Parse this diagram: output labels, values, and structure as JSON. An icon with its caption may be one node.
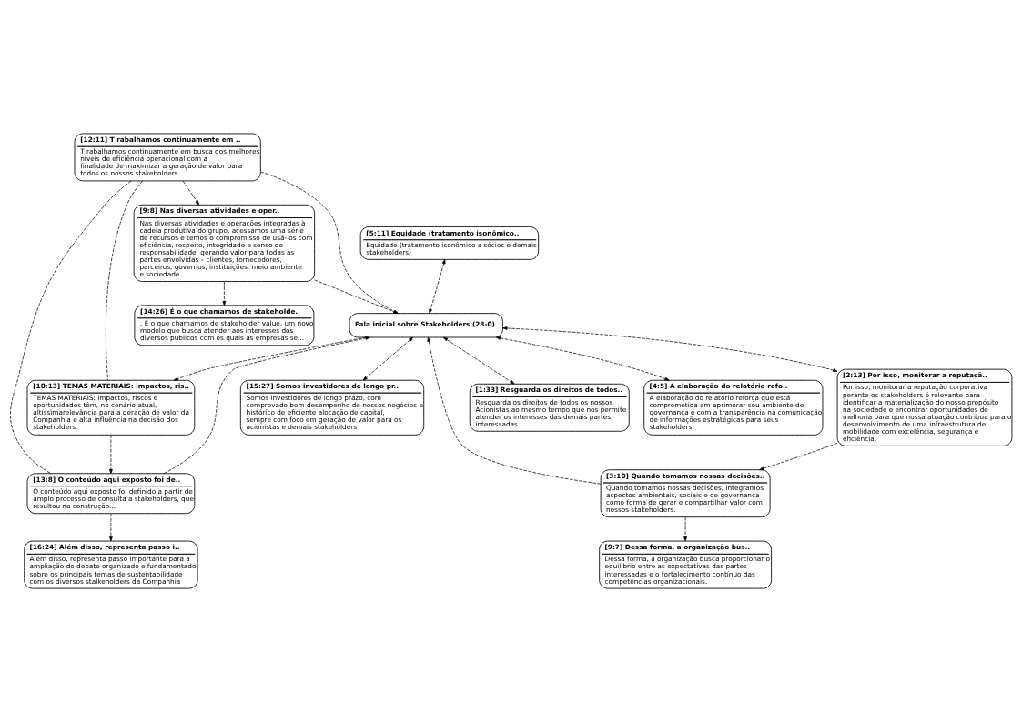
{
  "diagram": {
    "nodes": [
      {
        "text": [
          "Fala inicial sobre Stakeholders (28-0)"
        ]
      },
      {
        "text": [
          "[1:33] Resguarda os direitos de todos..",
          "Resguarda os direitos de todos os nossos Acionistas ao mesmo tempo que nos permite atender os interesses das demais partes interessadas"
        ]
      },
      {
        "text": [
          "[5:11] Equidade (tratamento isonômico..",
          "Equidade (tratamento isonômico a sócios e demais stakeholders)"
        ]
      },
      {
        "text": [
          "[4:5] A elaboração do relatório refo..",
          "A elaboração do relatório reforça que está comprometida em aprimorar seu ambiente de governança e com a transparência na comunicação de informações estratégicas para seus stakeholders."
        ]
      },
      {
        "text": [
          "[15:27] Somos investidores de longo pr..",
          "Somos investidores de longo prazo, com comprovado bom desempenho de nossos negócios e histórico de eficiente alocação de capital, sempre com foco em geração de valor para os acionistas e demais stakeholders"
        ]
      },
      {
        "text": [
          "[2:13] Por isso, monitorar a reputaçã..",
          "Por isso, monitorar a reputação corporativa perante os stakeholders é relevante para identificar a materialização do nosso propósito na sociedade e encontrar oportunidades de melhoria para que nossa atuação contribua para o desenvolvimento de uma infraestrutura de mobilidade com excelência, segurança e eficiência."
        ]
      },
      {
        "text": [
          "[12:11] T rabalhamos continuamente em ..",
          "T rabalhamos continuamente em busca dos melhores níveis de eficiência operacional com a finalidade de maximizar a geração de valor para todos os nossos stakeholders"
        ]
      },
      {
        "text": [
          "[10:13] TEMAS MATERIAIS: impactos, ris..",
          "TEMAS MATERIAIS: impactos, riscos e oportunidades têm, no cenário atual, altíssimarelevância para a geração de valor da Companhia e alta influência na decisão dos stakeholders"
        ]
      },
      {
        "text": [
          "[9:8] Nas diversas atividades e oper..",
          "Nas diversas atividades e operações integradas à cadeia produtiva do grupo, acessamos uma série de recursos e temos o compromisso de usá-los com eficiência, respeito, integridade e senso de responsabilidade, gerando valor para todas as partes envolvidas – clientes, fornecedores, parceiros, governos, instituições, meio ambiente e sociedade."
        ]
      },
      {
        "text": [
          "[3:10] Quando tomamos nossas decisões..",
          "Quando tomamos nossas decisões, integramos aspectos ambientais, sociais e de governança como forma de gerar e compartilhar valor com nossos stakeholders."
        ]
      },
      {
        "text": [
          "[13:8] O conteúdo aqui exposto foi de..",
          "O conteúdo aqui exposto foi definido a partir de amplo processo de consulta a stakeholders, que resultou na construção..."
        ]
      },
      {
        "text": [
          "[9:7] Dessa forma, a organização bus..",
          "Dessa forma, a organização busca proporcionar o equilíbrio entre as expectativas das partes interessadas e o fortalecimento contínuo das competências organizacionais."
        ]
      },
      {
        "text": [
          "[14:26] É o que chamamos de stakeholde..",
          ". É o que chamamos de stakeholder value, um novo modelo que busca atender aos interesses dos diversos públicos com os quais as empresas se..."
        ]
      },
      {
        "text": [
          "[16:24] Além disso, representa passo i..",
          "Além disso, representa passo importante para a ampliação do debate organizado e fundamentado sobre os principais temas de sustentabilidade com os diversos stalkeholders da Companhia"
        ]
      }
    ],
    "edges": [
      {
        "from": 0,
        "to": 1,
        "arrow": "both",
        "style": "dashed"
      },
      {
        "from": 2,
        "to": 0,
        "arrow": "both",
        "style": "dashed"
      },
      {
        "from": 0,
        "to": 3,
        "arrow": "both",
        "style": "dashed"
      },
      {
        "from": 0,
        "to": 4,
        "arrow": "both",
        "style": "dashed"
      },
      {
        "from": 0,
        "to": 5,
        "arrow": "both",
        "style": "dashed"
      },
      {
        "from": 9,
        "to": 0,
        "arrow": "to",
        "style": "dashed"
      },
      {
        "from": 6,
        "to": 0,
        "arrow": "to",
        "style": "dashed"
      },
      {
        "from": 8,
        "to": 0,
        "arrow": "to",
        "style": "dashed"
      },
      {
        "from": 10,
        "to": 0,
        "arrow": "to",
        "style": "dashed"
      },
      {
        "from": 0,
        "to": 7,
        "arrow": "to",
        "style": "dashed"
      },
      {
        "from": 6,
        "to": 8,
        "arrow": "to",
        "style": "dashed"
      },
      {
        "from": 6,
        "to": 7,
        "arrow": "none",
        "style": "dashed"
      },
      {
        "from": 6,
        "to": 10,
        "arrow": "none",
        "style": "dashed"
      },
      {
        "from": 7,
        "to": 10,
        "arrow": "to",
        "style": "dashed"
      },
      {
        "from": 10,
        "to": 13,
        "arrow": "to",
        "style": "dashed"
      },
      {
        "from": 8,
        "to": 12,
        "arrow": "to",
        "style": "dashed"
      },
      {
        "from": 5,
        "to": 9,
        "arrow": "to",
        "style": "dashed"
      },
      {
        "from": 9,
        "to": 11,
        "arrow": "to",
        "style": "dashed"
      }
    ]
  }
}
